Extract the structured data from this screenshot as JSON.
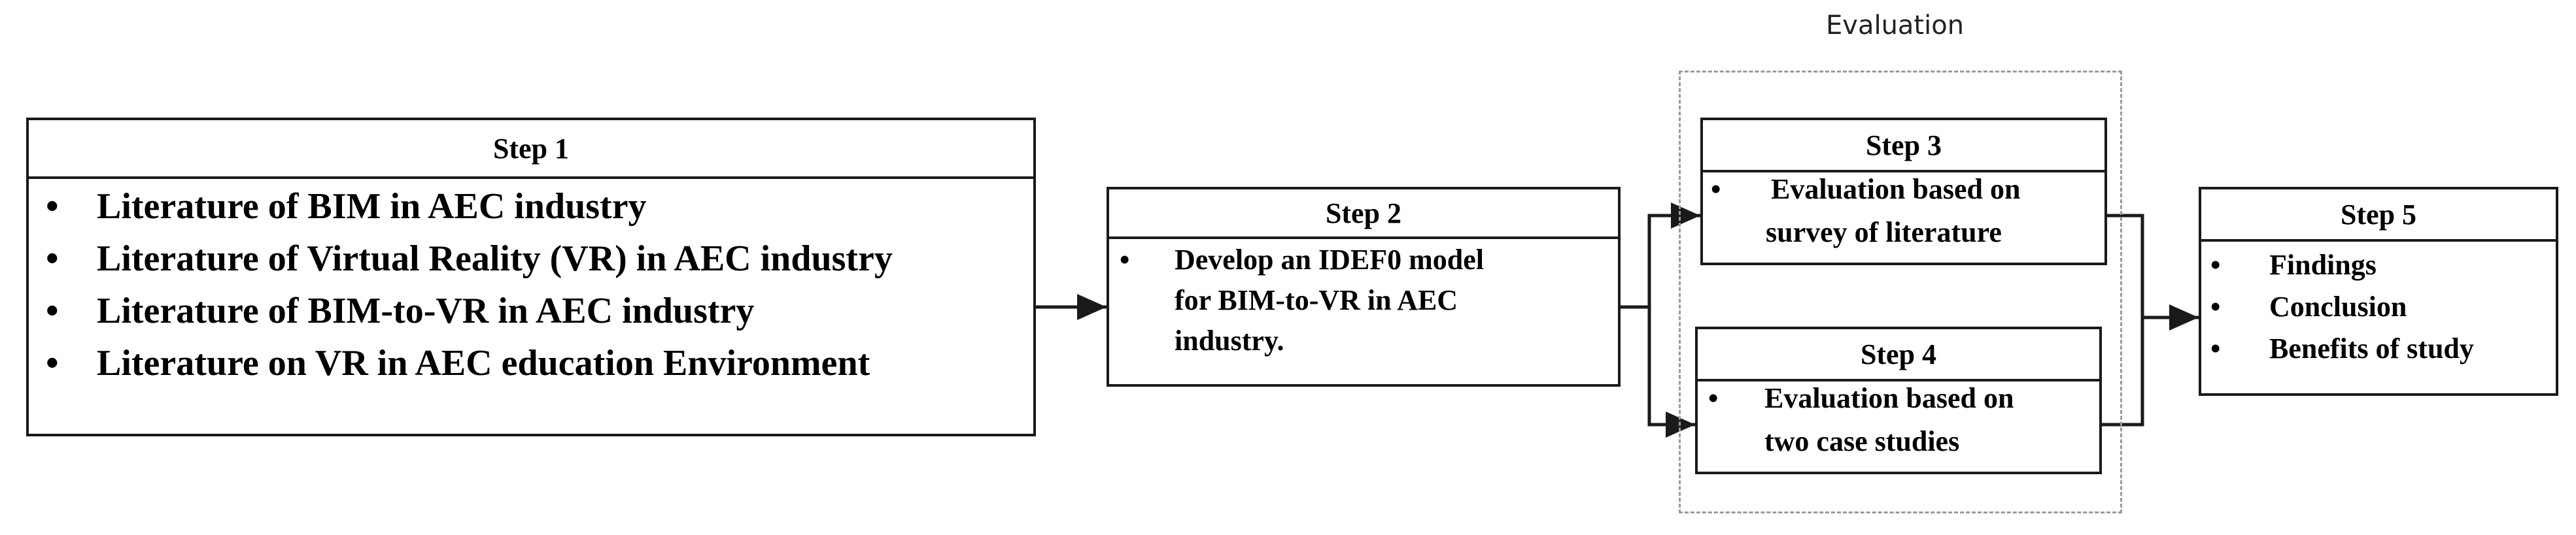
{
  "evaluation_label": "Evaluation",
  "step1": {
    "title": "Step 1",
    "items": [
      "Literature of BIM in AEC industry",
      "Literature of Virtual Reality (VR) in AEC industry",
      "Literature of BIM-to-VR in AEC industry",
      "Literature on VR in AEC education Environment"
    ]
  },
  "step2": {
    "title": "Step 2",
    "lines": [
      "Develop an IDEF0 model",
      "for BIM-to-VR in AEC",
      "industry."
    ]
  },
  "step3": {
    "title": "Step 3",
    "lines": [
      "Evaluation based on",
      "survey of literature"
    ]
  },
  "step4": {
    "title": "Step 4",
    "lines": [
      "Evaluation based on",
      "two case studies"
    ]
  },
  "step5": {
    "title": "Step 5",
    "items": [
      "Findings",
      "Conclusion",
      "Benefits of study"
    ]
  },
  "bullet_glyph": "•"
}
